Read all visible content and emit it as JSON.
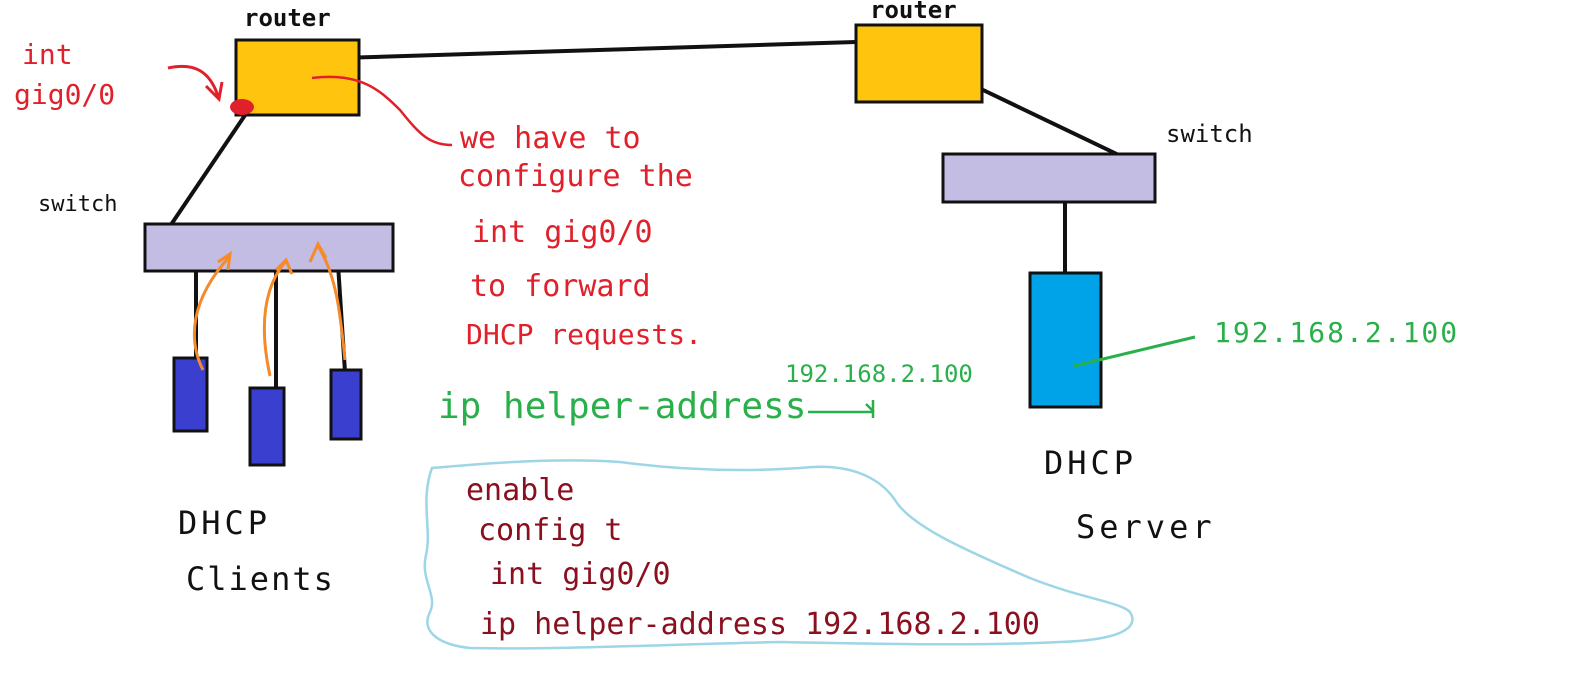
{
  "colors": {
    "router": "#ffc50e",
    "switch": "#c3bde3",
    "client": "#3a3fd0",
    "server": "#00a2e8",
    "black": "#111111",
    "red": "#e0202a",
    "green": "#2ab04a",
    "orange": "#f58a2a",
    "maroon": "#8a1020",
    "cloud": "#9dd6e6"
  },
  "left": {
    "router_label": "router",
    "switch_label": "switch",
    "interface_label": [
      "int",
      "gig0/0"
    ],
    "clients_label": [
      "DHCP",
      "Clients"
    ]
  },
  "right": {
    "router_label": "router",
    "switch_label": "switch",
    "server_label": [
      "DHCP",
      "Server"
    ],
    "server_ip": "192.168.2.100"
  },
  "note": {
    "lines": [
      "we have to",
      "configure the",
      "int gig0/0",
      "to forward",
      "DHCP requests."
    ]
  },
  "helper": {
    "text": "ip helper-address",
    "ip": "192.168.2.100"
  },
  "commands": {
    "lines": [
      "enable",
      "config t",
      "int gig0/0",
      "ip helper-address 192.168.2.100"
    ]
  }
}
